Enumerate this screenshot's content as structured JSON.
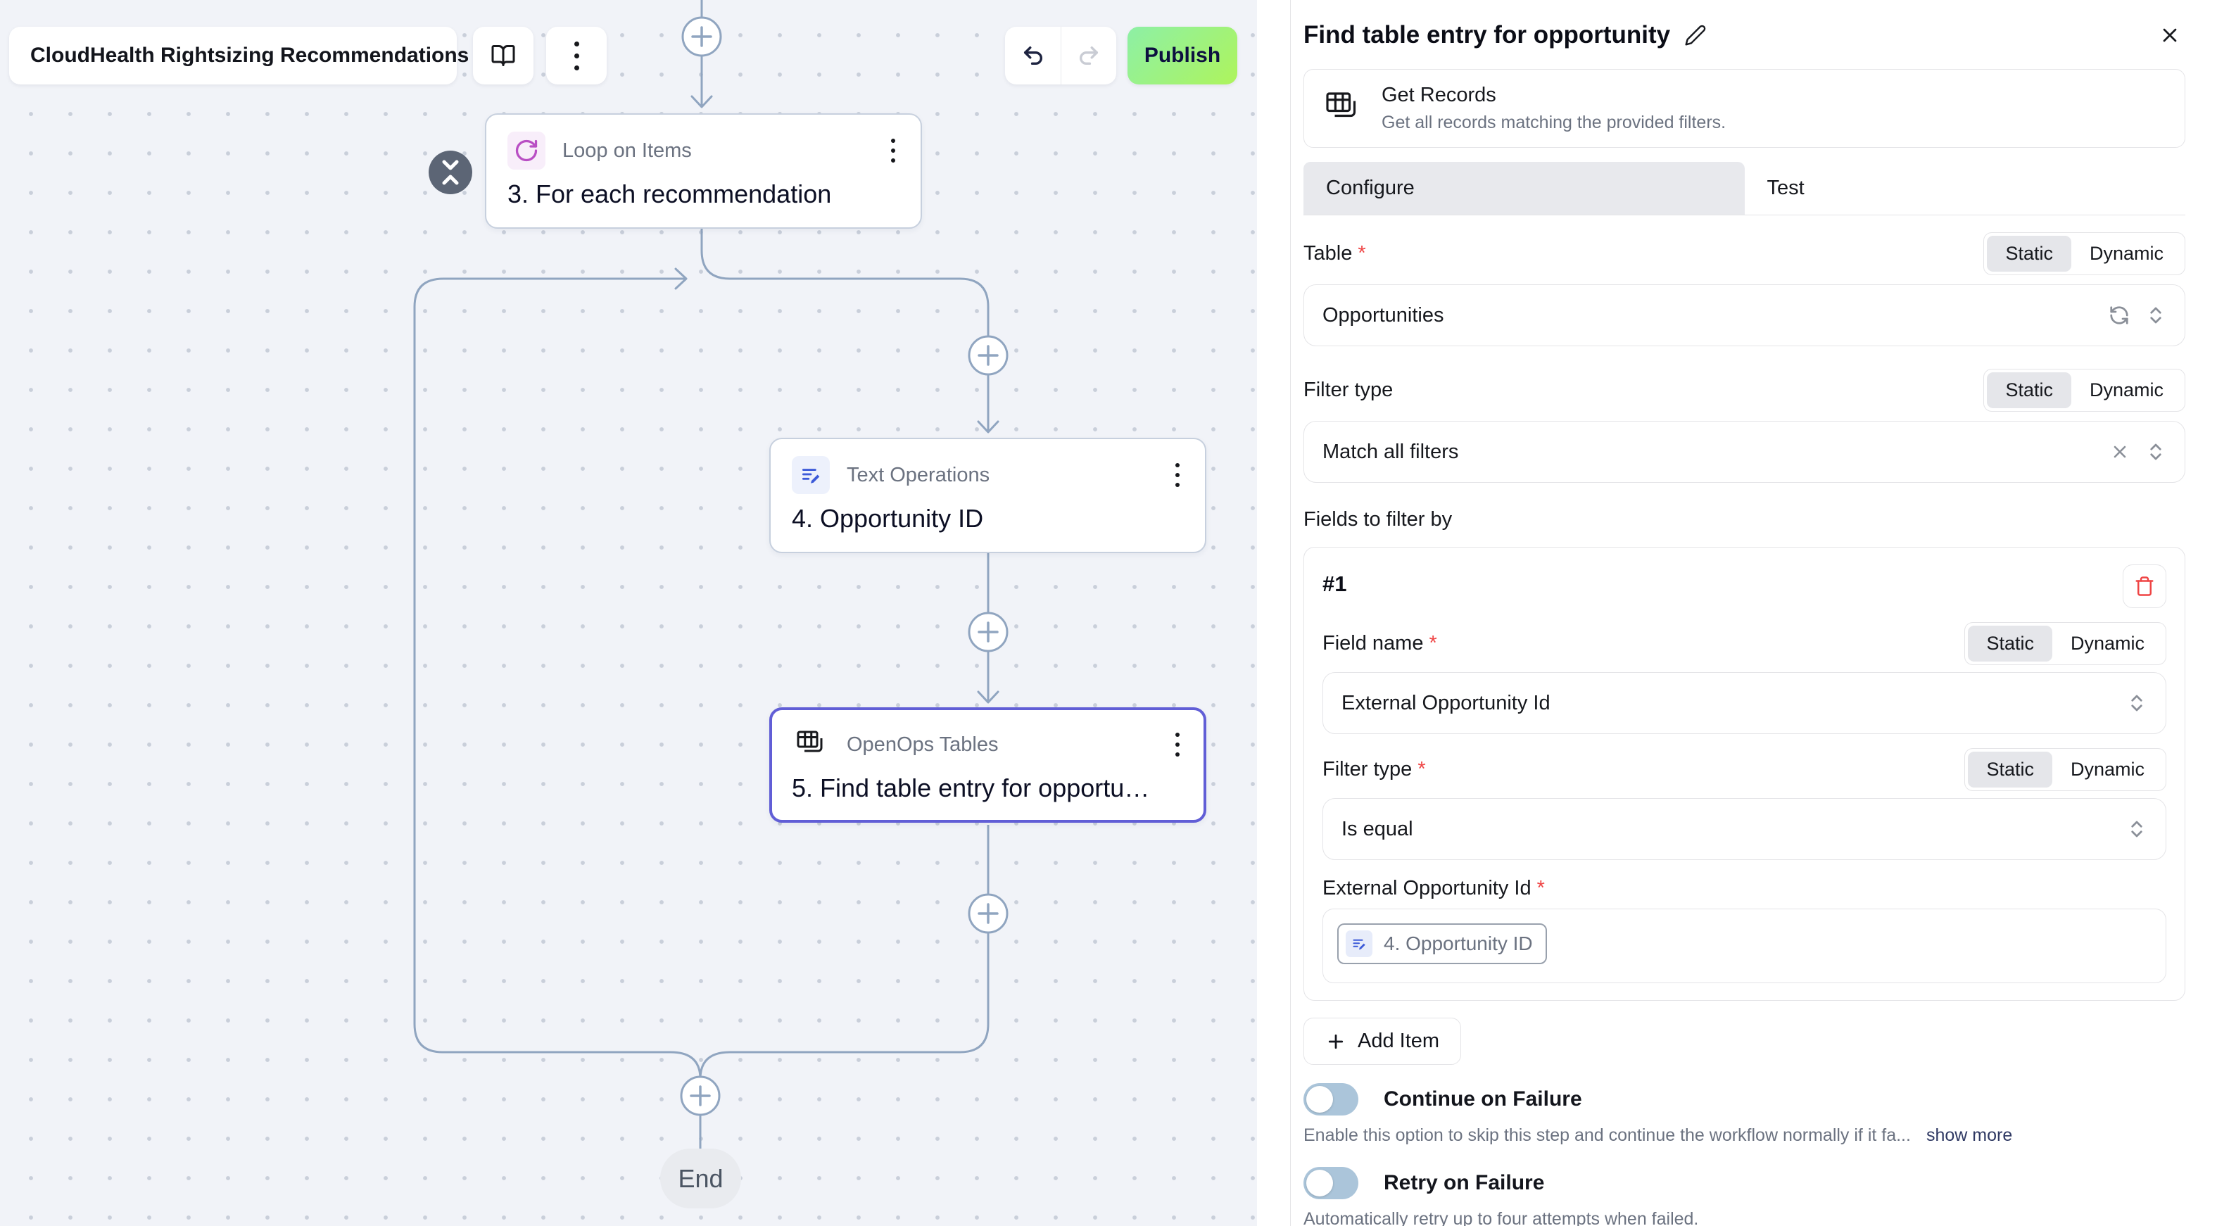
{
  "common": {
    "static": "Static",
    "dynamic": "Dynamic",
    "required_marker": "*"
  },
  "topbar": {
    "workflow_name": "CloudHealth Rightsizing Recommendations",
    "publish_label": "Publish"
  },
  "canvas": {
    "nodes": {
      "loop": {
        "app": "Loop on Items",
        "title": "3. For each recommendation"
      },
      "text_ops": {
        "app": "Text Operations",
        "title": "4. Opportunity ID"
      },
      "tables": {
        "app": "OpenOps Tables",
        "title": "5. Find table entry for opportu…"
      }
    },
    "end_label": "End"
  },
  "panel": {
    "title": "Find table entry for opportunity",
    "action": {
      "name": "Get Records",
      "description": "Get all records matching the provided filters."
    },
    "tabs": {
      "configure": "Configure",
      "test": "Test"
    },
    "fields": {
      "table": {
        "label": "Table",
        "value": "Opportunities"
      },
      "filter_type": {
        "label": "Filter type",
        "value": "Match all filters"
      },
      "fields_to_filter_by": "Fields to filter by",
      "item": {
        "index": "#1",
        "field_name": {
          "label": "Field name",
          "value": "External Opportunity Id"
        },
        "filter_type": {
          "label": "Filter type",
          "value": "Is equal"
        },
        "external_opportunity_id": {
          "label": "External Opportunity Id",
          "chip": "4. Opportunity ID"
        }
      }
    },
    "add_item_label": "Add Item",
    "continue_on_failure": {
      "label": "Continue on Failure",
      "helper": "Enable this option to skip this step and continue the workflow normally if it fa...",
      "show_more": "show more"
    },
    "retry_on_failure": {
      "label": "Retry on Failure",
      "helper": "Automatically retry up to four attempts when failed."
    }
  }
}
